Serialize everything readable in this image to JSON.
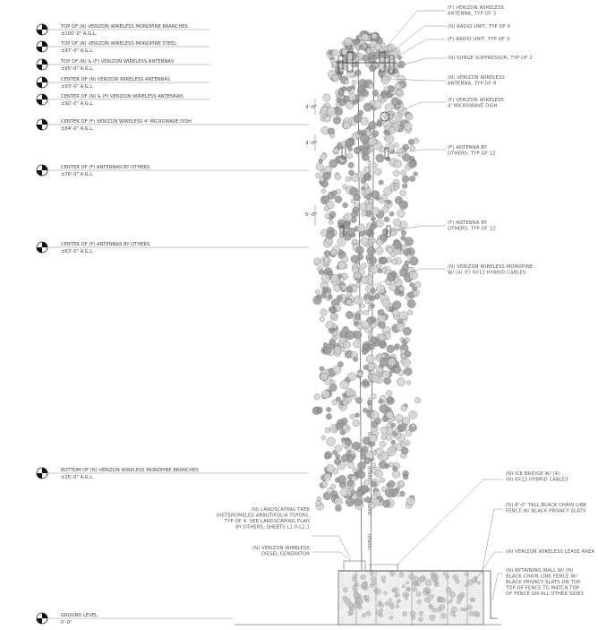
{
  "levels": [
    {
      "title": "TOP OF (N) VERIZON WIRELESS MONOPINE BRANCHES",
      "elev": "±100'-0\" A.G.L."
    },
    {
      "title": "TOP OF (N) VERIZON WIRELESS MONOPINE STEEL",
      "elev": "±97'-0\" A.G.L."
    },
    {
      "title": "TOP OF (N) & (F) VERIZON WIRELESS ANTENNAS",
      "elev": "±95'-0\" A.G.L."
    },
    {
      "title": "CENTER OF (N) VERIZON WIRELESS ANTENNAS",
      "elev": "±93'-0\" A.G.L."
    },
    {
      "title": "CENTER OF (N) & (F) VERIZON WIRELESS ANTENNAS",
      "elev": "±92'-0\" A.G.L."
    },
    {
      "title": "CENTER OF (F) VERIZON WIRELESS 4' MICROWAVE DISH",
      "elev": "±84'-0\" A.G.L."
    },
    {
      "title": "CENTER OF (F) ANTENNAS BY OTHERS",
      "elev": "±76'-0\" A.G.L."
    },
    {
      "title": "CENTER OF (F) ANTENNAS BY OTHERS",
      "elev": "±63'-0\" A.G.L."
    },
    {
      "title": "BOTTOM OF (N) VERIZON WIRELESS MONOPINE BRANCHES",
      "elev": "±25'-0\" A.G.L."
    },
    {
      "title": "GROUND LEVEL",
      "elev": "0'-0\""
    }
  ],
  "right_notes": [
    [
      "(F) VERIZON WIRELESS",
      "ANTENNA, TYP OF 3"
    ],
    [
      "(N) RADIO UNIT, TYP OF 6"
    ],
    [
      "(F) RADIO UNIT, TYP OF 3"
    ],
    [
      "(N) SURGE SUPPRESSOR, TYP OF 2"
    ],
    [
      "(N) VERIZON WIRELESS",
      "ANTENNA, TYP OF 9"
    ],
    [
      "(F) VERIZON WIRELESS",
      "4' MICROWAVE DISH"
    ],
    [
      "(F) ANTENNA BY",
      "OTHERS, TYP OF 12"
    ],
    [
      "(F) ANTENNA BY",
      "OTHERS, TYP OF 12"
    ],
    [
      "(N) VERIZON WIRELESS MONOPINE",
      "W/ (4) (F) 6X12 HYBRID CABLES"
    ],
    [
      "(N) ICE BRIDGE W/ (4)",
      "(N) 6X12 HYBRID CABLES"
    ],
    [
      "(N) 8'-0\" TALL BLACK CHAIN LINK",
      "FENCE W/ BLACK PRIVACY SLATS"
    ],
    [
      "(N) VERIZON WIRELESS LEASE AREA"
    ],
    [
      "(N) RETAINING WALL W/ (N)",
      "BLACK CHAIN LINK FENCE W/",
      "BLACK PRIVACY SLATS ON TOP.",
      "TOP OF FENCE TO MATCH TOP",
      "OF FENCE ON ALL OTHER SIDES"
    ]
  ],
  "left_notes": [
    [
      "(N) LANDSCAPING TREE",
      "(HETEROMELES ARBUTIFOLIA TOYON),",
      "TYP OF 4. SEE LANDSCAPING PLAN",
      "BY OTHERS, SHEETS L1.0-L2.1"
    ],
    [
      "(N) VERIZON WIRELESS",
      "DIESEL GENERATOR"
    ]
  ],
  "dims": [
    "3'-0\"",
    "3'-0\"",
    "5'-0\""
  ],
  "hybrid_label": "HYBRID"
}
